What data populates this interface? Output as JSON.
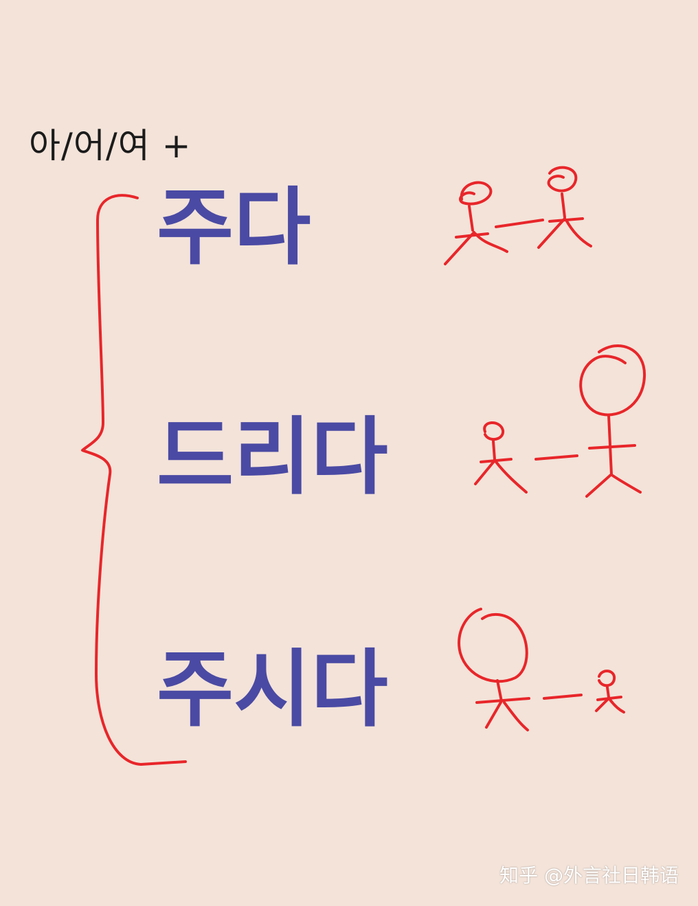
{
  "header": {
    "text": "아/어/여 +"
  },
  "verbs": [
    {
      "text": "주다"
    },
    {
      "text": "드리다"
    },
    {
      "text": "주시다"
    }
  ],
  "watermark": {
    "text": "知乎 @外言社日韩语"
  },
  "colors": {
    "background": "#f3e3d9",
    "verb_text": "#4a4aa4",
    "annotation_ink": "#e8262a",
    "header_text": "#1b1b1b"
  }
}
